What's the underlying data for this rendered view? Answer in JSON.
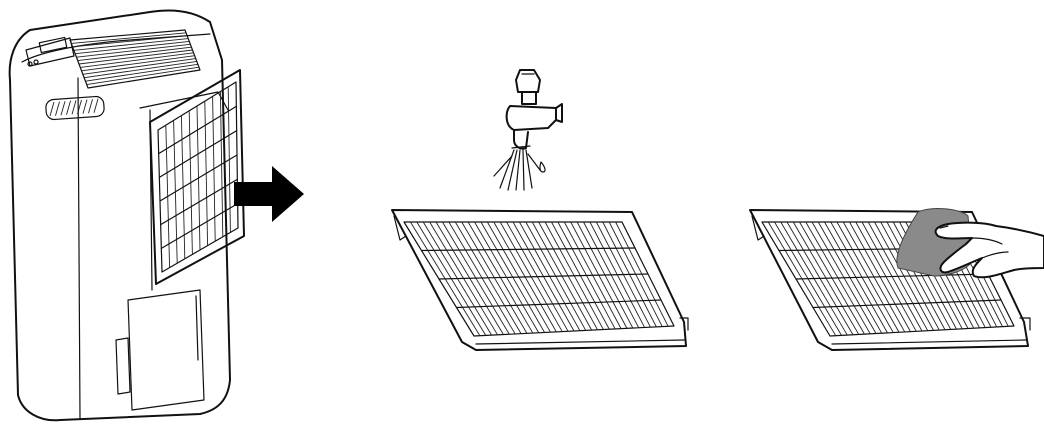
{
  "figure": {
    "steps": [
      {
        "id": "remove-filter",
        "icon": "dehumidifier-with-filter-icon"
      },
      {
        "id": "rinse-filter",
        "icon": "faucet-rinse-icon"
      },
      {
        "id": "wipe-filter",
        "icon": "hand-wipe-cloth-icon"
      }
    ],
    "colors": {
      "line": "#111111",
      "arrow": "#000000",
      "cloth": "#8a8a8a",
      "background": "#ffffff"
    }
  }
}
